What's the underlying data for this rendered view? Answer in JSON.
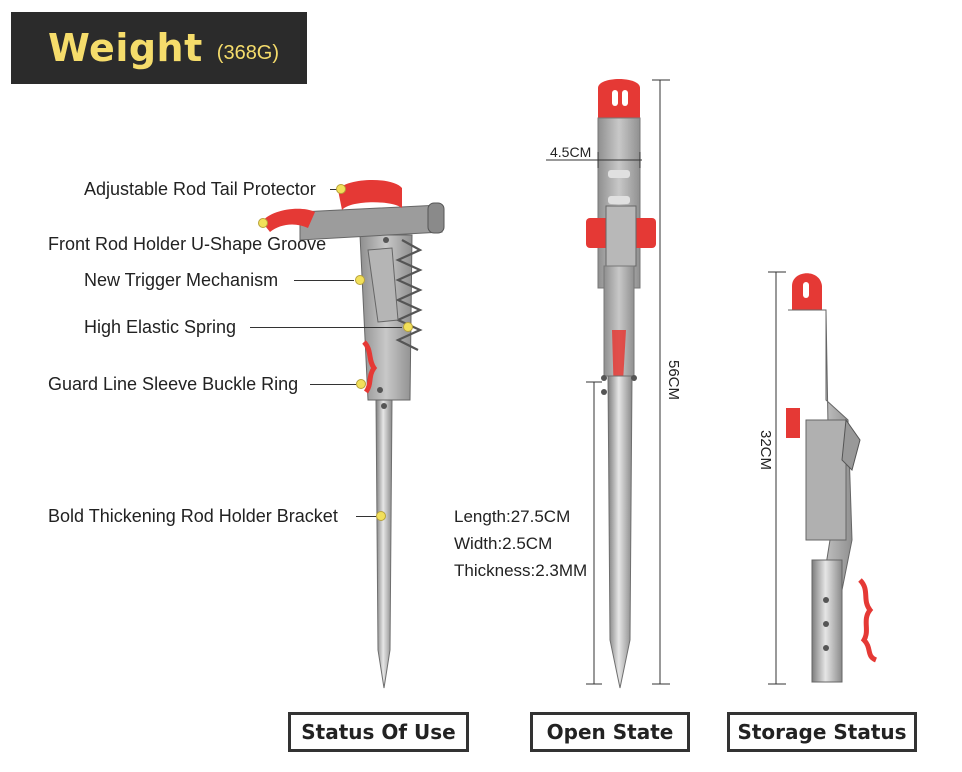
{
  "banner": {
    "title": "Weight",
    "subtitle": "(368G)"
  },
  "callouts": [
    "Adjustable Rod Tail Protector",
    "Front Rod Holder U-Shape Groove",
    "New Trigger Mechanism",
    "High Elastic Spring",
    "Guard Line Sleeve Buckle Ring",
    "Bold Thickening Rod Holder Bracket"
  ],
  "specs": {
    "length": "Length:27.5CM",
    "width": "Width:2.5CM",
    "thickness": "Thickness:2.3MM"
  },
  "dimensions": {
    "tube_diameter": "4.5CM",
    "open_length": "56CM",
    "storage_length": "32CM"
  },
  "states": {
    "use": "Status Of Use",
    "open": "Open State",
    "storage": "Storage Status"
  },
  "colors": {
    "accent_red": "#e53935",
    "metal": "#a9a9a9",
    "banner_bg": "#2b2b2b",
    "banner_text": "#f5dc6b",
    "dot": "#f2e05a"
  }
}
